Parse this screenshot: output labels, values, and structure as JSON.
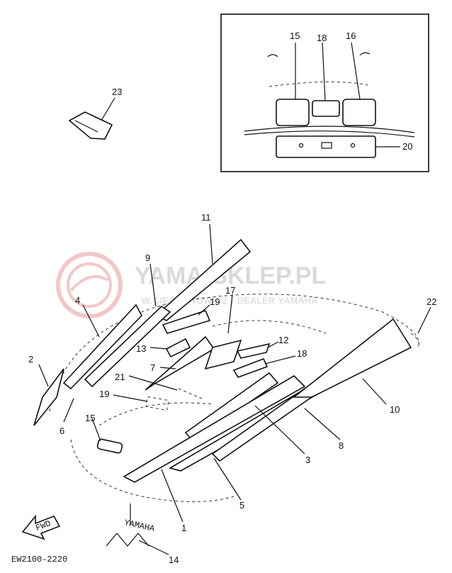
{
  "watermark": {
    "brand": "YAMA-SKLEP.PL",
    "tagline": "W.CIECHANOWICZ | DEALER YAMAHA"
  },
  "inset_labels": {
    "n15": "15",
    "n18": "18",
    "n16": "16",
    "n20": "20"
  },
  "part_labels": {
    "n23": "23",
    "n11": "11",
    "n9": "9",
    "n4": "4",
    "n17": "17",
    "n19a": "19",
    "n22": "22",
    "n13": "13",
    "n12": "12",
    "n2": "2",
    "n18": "18",
    "n7": "7",
    "n21": "21",
    "n19b": "19",
    "n6": "6",
    "n10": "10",
    "n15": "15",
    "n3": "3",
    "n8": "8",
    "n5": "5",
    "n1": "1",
    "n14": "14"
  },
  "fwd_label": "FWD",
  "decal_text": "YAMAHA",
  "drawing_code": "EW2100-2220"
}
